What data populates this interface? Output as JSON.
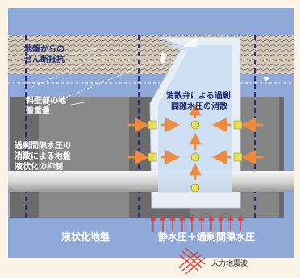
{
  "labels": {
    "shear_line1": "地盤からの",
    "shear_line2": "せん断抵抗",
    "slope_line1": "斜壁部の地",
    "slope_line2": "盤重量",
    "excess_line1": "過剰間隙水圧の",
    "excess_line2": "消散による地盤",
    "excess_line3": "液状化の抑制",
    "valve_line1": "消散弁による過剰",
    "valve_line2": "間隙水圧の消散",
    "liquefied_ground": "液状化地盤",
    "static_pressure": "静水圧＋過剰間隙水圧",
    "input_wave": "入力地震波"
  },
  "colors": {
    "frame": "#8fa9d9",
    "ground_dark": "#6b6b6b",
    "ground_light": "#a3a3a3",
    "surface": "#cfc5b8",
    "manhole_fill": "#cfe0f5",
    "manhole_wall": "#e9eef5",
    "valve": "#e6e05a",
    "arrow_orange": "#f08a3c",
    "arrow_red": "#e0413a",
    "pile_line": "#2e2a8c"
  }
}
